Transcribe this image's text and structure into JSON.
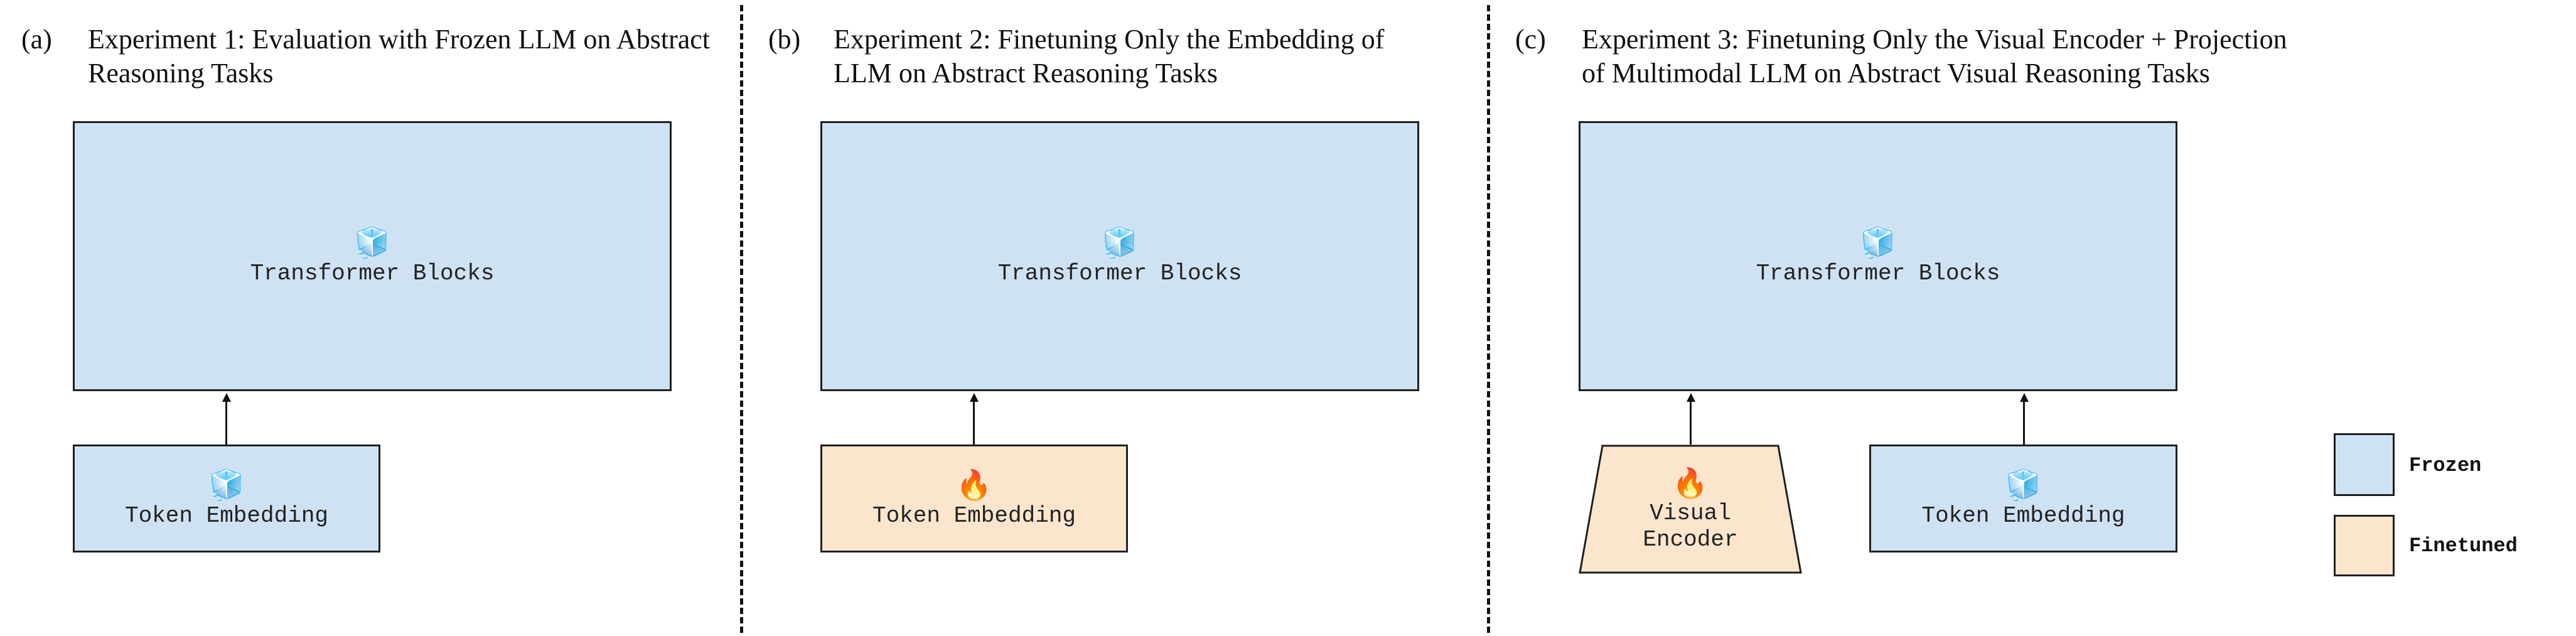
{
  "panels": [
    {
      "label": "(a)",
      "title_line1": "Experiment 1: Evaluation with Frozen LLM on Abstract",
      "title_line2": "Reasoning Tasks",
      "transformer": "Transformer Blocks",
      "embedding": "Token Embedding"
    },
    {
      "label": "(b)",
      "title_line1": "Experiment 2: Finetuning Only the Embedding of",
      "title_line2": "LLM on Abstract Reasoning Tasks",
      "transformer": "Transformer Blocks",
      "embedding": "Token Embedding"
    },
    {
      "label": "(c)",
      "title_line1": "Experiment 3: Finetuning Only the Visual Encoder + Projection",
      "title_line2": "of Multimodal LLM on Abstract Visual Reasoning Tasks",
      "transformer": "Transformer Blocks",
      "visual_encoder_line1": "Visual",
      "visual_encoder_line2": "Encoder",
      "embedding": "Token Embedding"
    }
  ],
  "legend": {
    "frozen": "Frozen",
    "finetuned": "Finetuned"
  },
  "icons": {
    "frozen": "ice-cube-icon",
    "finetuned": "fire-icon"
  },
  "colors": {
    "frozen": "#cfe2f3",
    "finetuned": "#fce5cd",
    "border": "#1f1f1f"
  }
}
